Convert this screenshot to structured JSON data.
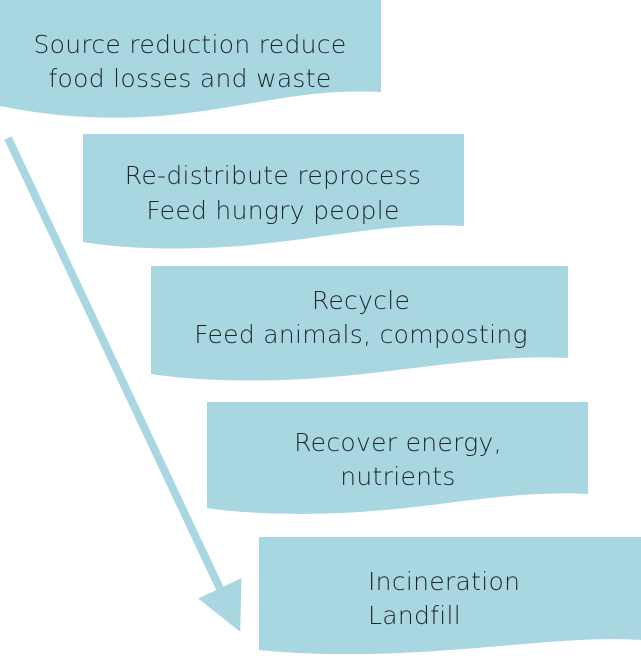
{
  "colors": {
    "box": "#a9d7e1",
    "arrow": "#a9d7e1",
    "text": "#1e2629"
  },
  "arrow_icon": "down-right-arrow",
  "steps": [
    {
      "lines": [
        "Source reduction reduce",
        "food losses and waste"
      ]
    },
    {
      "lines": [
        "Re-distribute reprocess",
        "Feed hungry people"
      ]
    },
    {
      "lines": [
        "Recycle",
        "Feed animals, composting"
      ]
    },
    {
      "lines": [
        "Recover energy,",
        "nutrients"
      ]
    },
    {
      "lines": [
        "Incineration",
        "Landfill"
      ]
    }
  ]
}
